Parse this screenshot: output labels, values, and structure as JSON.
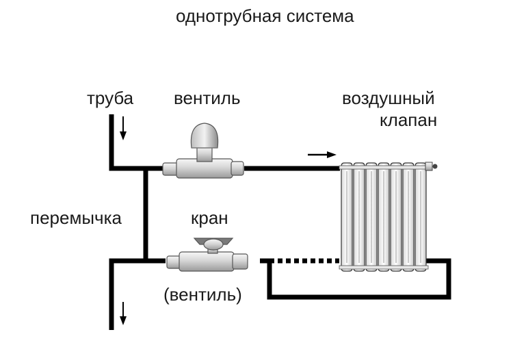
{
  "title": "однотрубная система",
  "labels": {
    "pipe": "труба",
    "valve": "вентиль",
    "air_valve_line1": "воздушный",
    "air_valve_line2": "клапан",
    "bypass": "перемычка",
    "tap": "кран",
    "tap_alt": "(вентиль)"
  },
  "colors": {
    "pipe": "#000000",
    "fitting_body": "#d4d4d4",
    "fitting_outline": "#555555",
    "radiator": "#f4f4f4"
  },
  "radiator": {
    "sections": 7
  }
}
